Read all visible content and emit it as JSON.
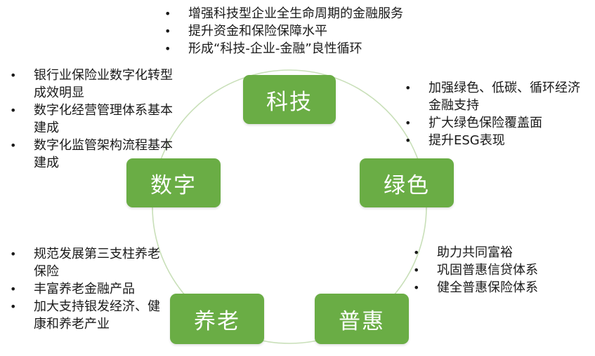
{
  "colors": {
    "node": "#6aad45",
    "ring": "#c8dfb8",
    "text": "#1a1a1a"
  },
  "nodes": [
    {
      "id": "tech",
      "label": "科技"
    },
    {
      "id": "green",
      "label": "绿色"
    },
    {
      "id": "inclusive",
      "label": "普惠"
    },
    {
      "id": "pension",
      "label": "养老"
    },
    {
      "id": "digital",
      "label": "数字"
    }
  ],
  "bullets": {
    "tech": [
      "增强科技型企业全生命周期的金融服务",
      "提升资金和保险保障水平",
      "形成“科技-企业-金融”良性循环"
    ],
    "green": [
      "加强绿色、低碳、循环经济金融支持",
      "扩大绿色保险覆盖面",
      "提升ESG表现"
    ],
    "inclusive": [
      "助力共同富裕",
      "巩固普惠信贷体系",
      "健全普惠保险体系"
    ],
    "pension": [
      "规范发展第三支柱养老保险",
      "丰富养老金融产品",
      "加大支持银发经济、健康和养老产业"
    ],
    "digital": [
      "银行业保险业数字化转型成效明显",
      "数字化经营管理体系基本建成",
      "数字化监管架构流程基本建成"
    ]
  }
}
